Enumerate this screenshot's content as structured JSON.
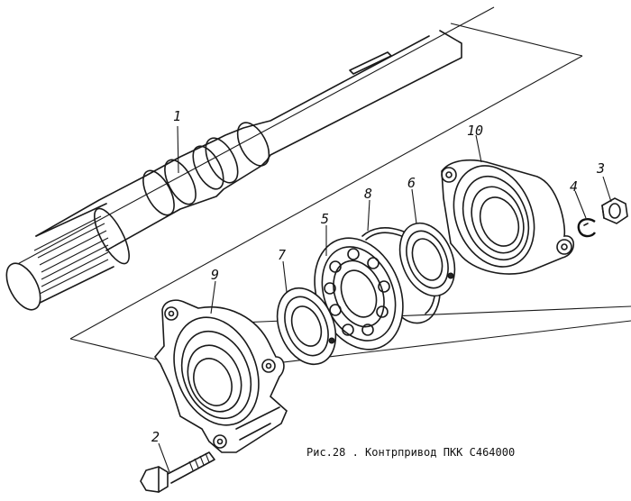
{
  "caption": "Рис.28 . Контрпривод ПКК С464000",
  "part_labels": {
    "p1": "1",
    "p2": "2",
    "p3": "3",
    "p4": "4",
    "p5": "5",
    "p6": "6",
    "p7": "7",
    "p8": "8",
    "p9": "9",
    "p10": "10"
  }
}
